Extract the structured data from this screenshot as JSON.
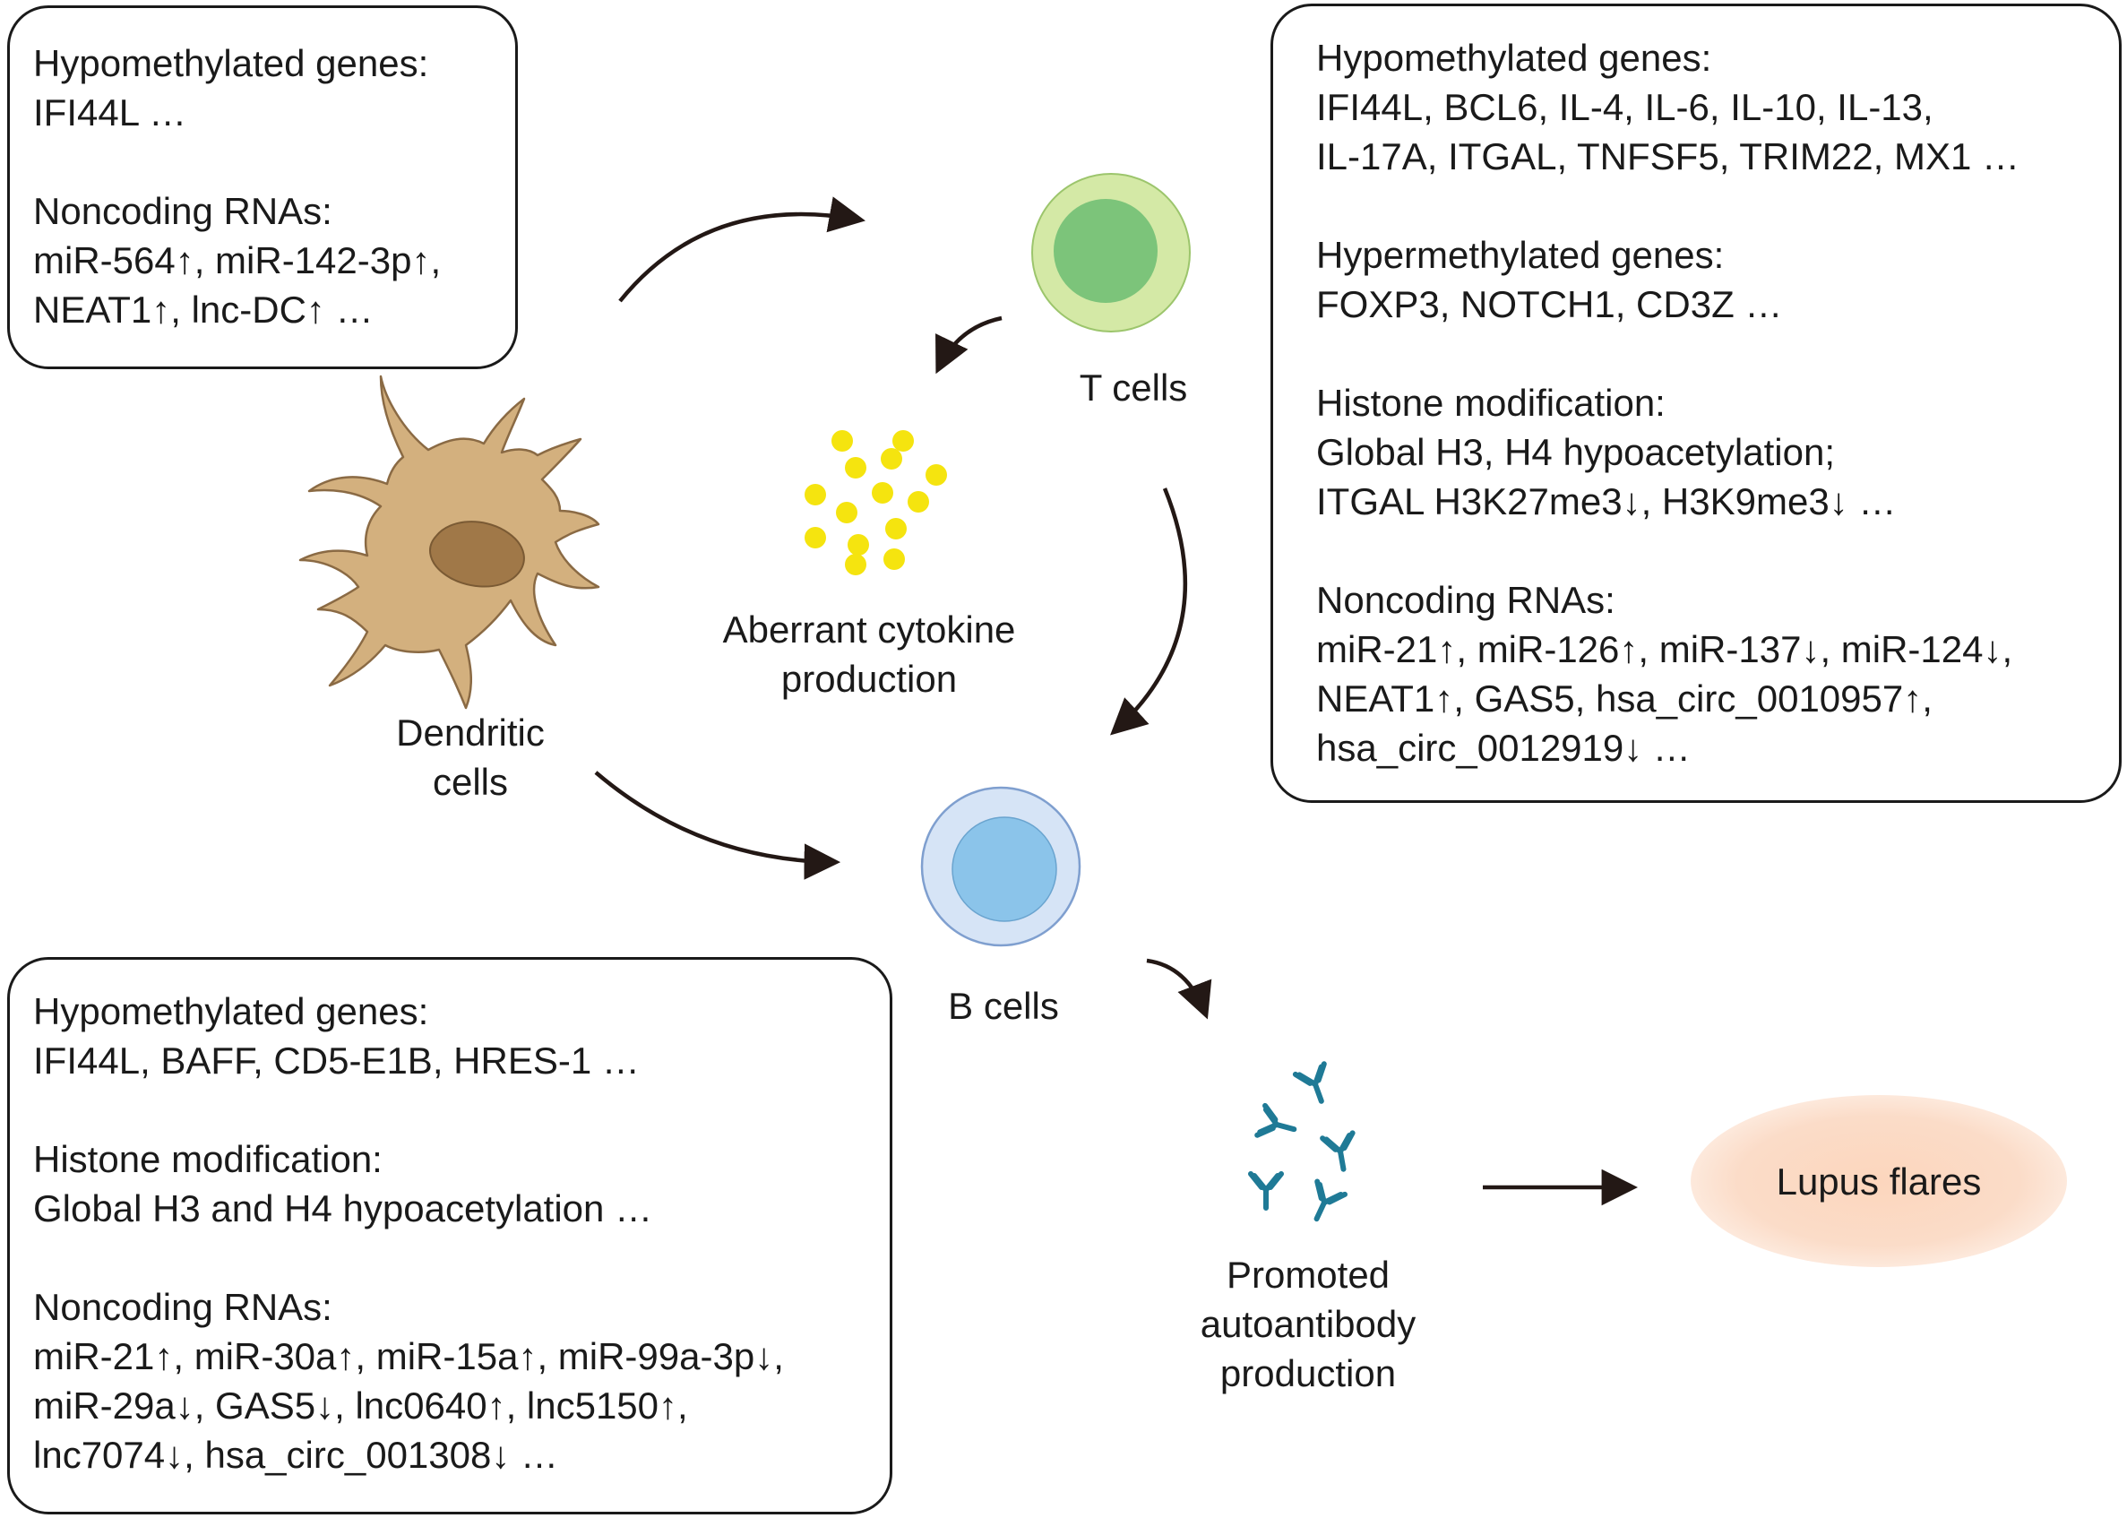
{
  "dendritic_box": {
    "sections": [
      {
        "heading": "Hypomethylated genes:",
        "lines": [
          "IFI44L …"
        ]
      },
      {
        "heading": "Noncoding RNAs:",
        "lines": [
          "miR-564↑, miR-142-3p↑,",
          "NEAT1↑, lnc-DC↑ …"
        ]
      }
    ]
  },
  "t_cell_box": {
    "sections": [
      {
        "heading": "Hypomethylated genes:",
        "lines": [
          "IFI44L, BCL6, IL-4, IL-6, IL-10, IL-13,",
          "IL-17A, ITGAL, TNFSF5, TRIM22, MX1 …"
        ]
      },
      {
        "heading": "Hypermethylated genes:",
        "lines": [
          "FOXP3, NOTCH1, CD3Z …"
        ]
      },
      {
        "heading": "Histone modification:",
        "lines": [
          "Global H3, H4 hypoacetylation;",
          "ITGAL H3K27me3↓, H3K9me3↓ …"
        ]
      },
      {
        "heading": "Noncoding RNAs:",
        "lines": [
          "miR-21↑, miR-126↑,  miR-137↓, miR-124↓,",
          "NEAT1↑, GAS5, hsa_circ_0010957↑,",
          "hsa_circ_0012919↓ …"
        ]
      }
    ]
  },
  "b_cell_box": {
    "sections": [
      {
        "heading": "Hypomethylated genes:",
        "lines": [
          "IFI44L, BAFF, CD5-E1B, HRES-1 …"
        ]
      },
      {
        "heading": "Histone modification:",
        "lines": [
          "Global H3 and H4 hypoacetylation …"
        ]
      },
      {
        "heading": "Noncoding RNAs:",
        "lines": [
          "miR-21↑, miR-30a↑, miR-15a↑, miR-99a-3p↓,",
          "miR-29a↓, GAS5↓, lnc0640↑, lnc5150↑,",
          "lnc7074↓, hsa_circ_001308↓  …"
        ]
      }
    ]
  },
  "labels": {
    "t_cells": "T cells",
    "b_cells": "B cells",
    "dendritic": [
      "Dendritic",
      "cells"
    ],
    "cytokine": [
      "Aberrant cytokine",
      "production"
    ],
    "autoantibody": [
      "Promoted",
      "autoantibody",
      "production"
    ],
    "lupus": "Lupus flares"
  },
  "colors": {
    "t_cell_outer": "#d4e9a6",
    "t_cell_inner": "#7cc47a",
    "b_cell_outer": "#d6e4f6",
    "b_cell_inner": "#8bc4ea",
    "dendritic_body": "#d3b07e",
    "dendritic_nucleus": "#a07848",
    "cytokine": "#f5e40f",
    "antibody": "#1f7a96",
    "lupus_fill": "#fbd9c3",
    "arrow": "#231815"
  }
}
